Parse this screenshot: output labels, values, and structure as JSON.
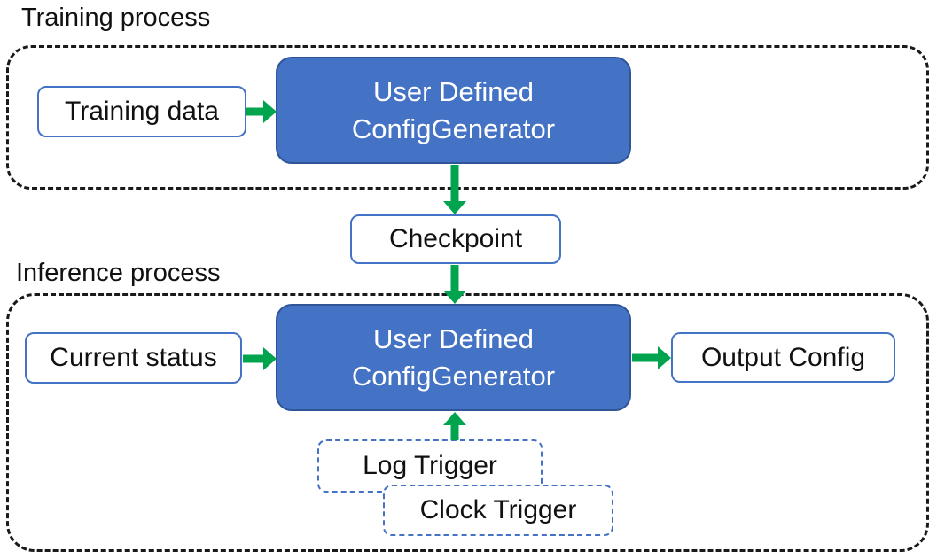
{
  "colors": {
    "blue_fill": "#4472C4",
    "blue_border": "#2F5597",
    "box_border": "#4472C4",
    "green": "#00A44F",
    "container_border": "#1a1a1a",
    "text_dark": "#111111",
    "text_light": "#FFFFFF",
    "page_bg": "#FFFFFF"
  },
  "training": {
    "label": "Training process",
    "input_box": "Training data",
    "generator_line1": "User Defined",
    "generator_line2": "ConfigGenerator"
  },
  "checkpoint": {
    "label": "Checkpoint"
  },
  "inference": {
    "label": "Inference process",
    "input_box": "Current status",
    "generator_line1": "User Defined",
    "generator_line2": "ConfigGenerator",
    "output_box": "Output Config",
    "log_trigger": "Log Trigger",
    "clock_trigger": "Clock Trigger"
  }
}
